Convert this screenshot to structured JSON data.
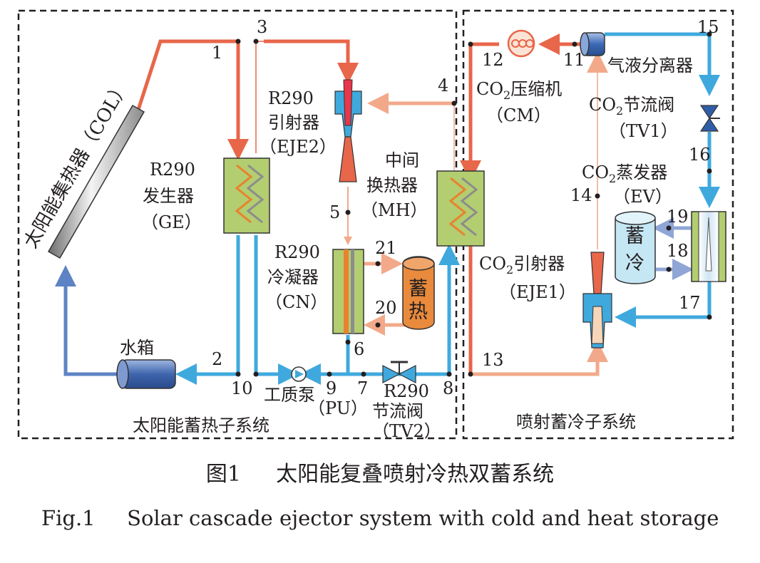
{
  "colors": {
    "hot": "#e8664a",
    "warm": "#f2a98a",
    "cold": "#3fa9de",
    "water": "#5d83c4",
    "hx_fill": "#b3cd71",
    "zigzag_orange": "#e8822e",
    "zigzag_gray": "#8c8c8c",
    "tank_orange": "#e98a3c",
    "tank_cyan": "#c5e6f3"
  },
  "subsystems": {
    "left": "太阳能蓄热子系统",
    "right": "喷射蓄冷子系统"
  },
  "components": {
    "col": "太阳能集热器（COL）",
    "ge": [
      "R290",
      "发生器",
      "（GE）"
    ],
    "eje2": [
      "R290",
      "引射器",
      "（EJE2）"
    ],
    "mh": [
      "中间",
      "换热器",
      "（MH）"
    ],
    "cn": [
      "R290",
      "冷凝器",
      "（CN）"
    ],
    "heat_store": [
      "蓄",
      "热"
    ],
    "water_tank": "水箱",
    "pump": [
      "工质泵",
      "（PU）"
    ],
    "tv2": [
      "R290",
      "节流阀",
      "（TV2）"
    ],
    "cm": {
      "pre": "CO",
      "sub": "2",
      "post": "压缩机",
      "abbr": "（CM）"
    },
    "separator": "气液分离器",
    "tv1": {
      "pre": "CO",
      "sub": "2",
      "post": "节流阀",
      "abbr": "（TV1）"
    },
    "ev": {
      "pre": "CO",
      "sub": "2",
      "post": "蒸发器",
      "abbr": "（EV）"
    },
    "eje1": {
      "pre": "CO",
      "sub": "2",
      "post": "引射器",
      "abbr": "（EJE1）"
    },
    "cold_store": [
      "蓄",
      "冷"
    ]
  },
  "nodes": [
    "1",
    "2",
    "3",
    "4",
    "5",
    "6",
    "7",
    "8",
    "9",
    "10",
    "11",
    "12",
    "13",
    "14",
    "15",
    "16",
    "17",
    "18",
    "19",
    "20",
    "21"
  ],
  "caption": {
    "cn_num": "图1",
    "cn_text": "太阳能复叠喷射冷热双蓄系统",
    "en_num": "Fig.1",
    "en_text": "Solar cascade ejector system with cold and heat storage"
  }
}
